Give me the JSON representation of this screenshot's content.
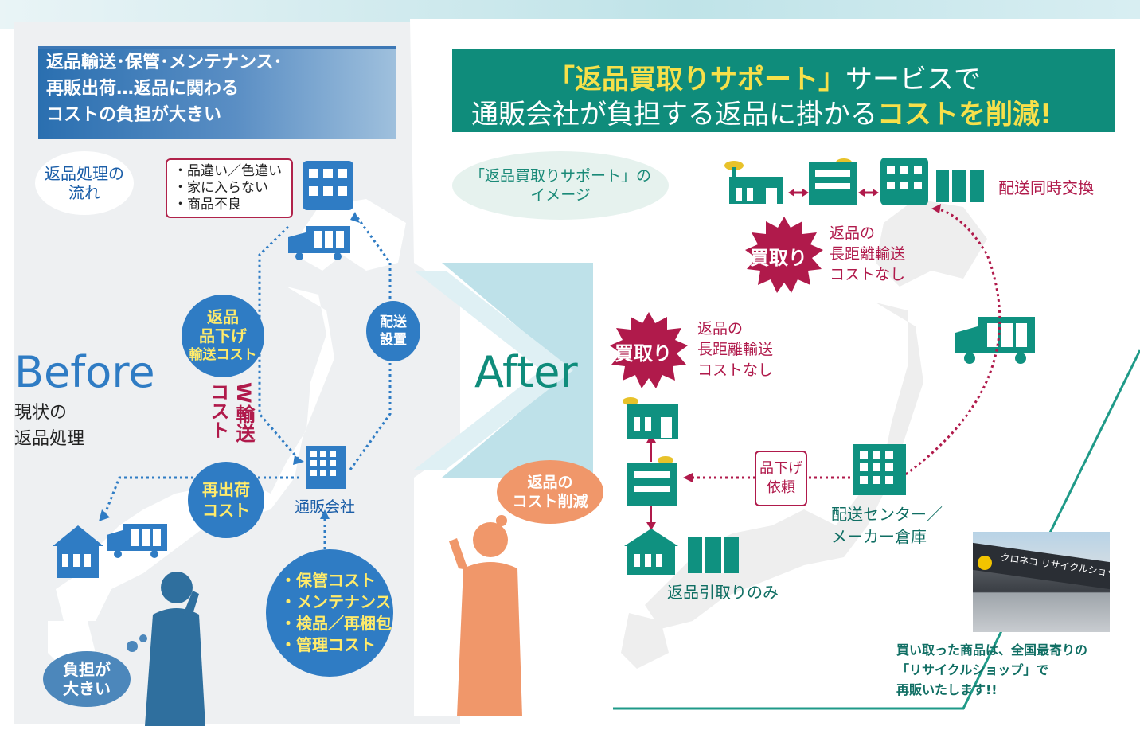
{
  "before": {
    "banner_lines": [
      "返品輸送･保管･メンテナンス･",
      "再販出荷…返品に関わる",
      "コストの負担が大きい"
    ],
    "flow_oval_lines": [
      "返品処理の",
      "流れ"
    ],
    "reasons": [
      "・品違い／色違い",
      "・家に入らない",
      "・商品不良"
    ],
    "circle_return": [
      "返品",
      "品下げ",
      "輸送コスト"
    ],
    "circle_delivery": [
      "配送",
      "設置"
    ],
    "w_transport_cols": [
      "W",
      "輸送",
      "コスト"
    ],
    "circle_reship": [
      "再出荷",
      "コスト"
    ],
    "mail_order_label": "通販会社",
    "costs": [
      "・保管コスト",
      "・メンテナンス",
      "・検品／再梱包",
      "・管理コスト"
    ],
    "burden_bubble": [
      "負担が",
      "大きい"
    ],
    "heading": "Before",
    "sub_lines": [
      "現状の",
      "返品処理"
    ]
  },
  "after": {
    "banner_line1_quote_open": "「",
    "banner_line1_brand": "返品買取りサポート",
    "banner_line1_quote_close": "」",
    "banner_line1_rest": "サービスで",
    "banner_line2_plain": "通販会社が負担する返品に掛かる",
    "banner_line2_highlight": "コストを削減!",
    "image_oval_lines": [
      "「返品買取りサポート」の",
      "イメージ"
    ],
    "simultaneous_exchange": "配送同時交換",
    "buyback_label": "買取り",
    "buyback_top_lines": [
      "返品の",
      "長距離輸送",
      "コストなし"
    ],
    "buyback_left_lines": [
      "返品の",
      "長距離輸送",
      "コストなし"
    ],
    "heading": "After",
    "cost_bubble": [
      "返品の",
      "コスト削減"
    ],
    "markdown_request": [
      "品下げ",
      "依頼"
    ],
    "center_label_lines": [
      "配送センター／",
      "メーカー倉庫"
    ],
    "pickup_only": "返品引取りのみ",
    "photo_sign": "クロネコ リサイクルショップ",
    "caption_lines": [
      "買い取った商品は、全国最寄りの",
      "「リサイクルショップ」で",
      "再販いたします!!"
    ]
  },
  "colors": {
    "before_blue": "#2f7cc4",
    "after_teal": "#0f8c7b",
    "highlight_yellow": "#f7e04a",
    "buyback_red": "#b01a4b"
  },
  "icons": [
    "building-icon",
    "truck-icon",
    "house-icon",
    "shop-icon",
    "box-icon",
    "person-icon"
  ]
}
